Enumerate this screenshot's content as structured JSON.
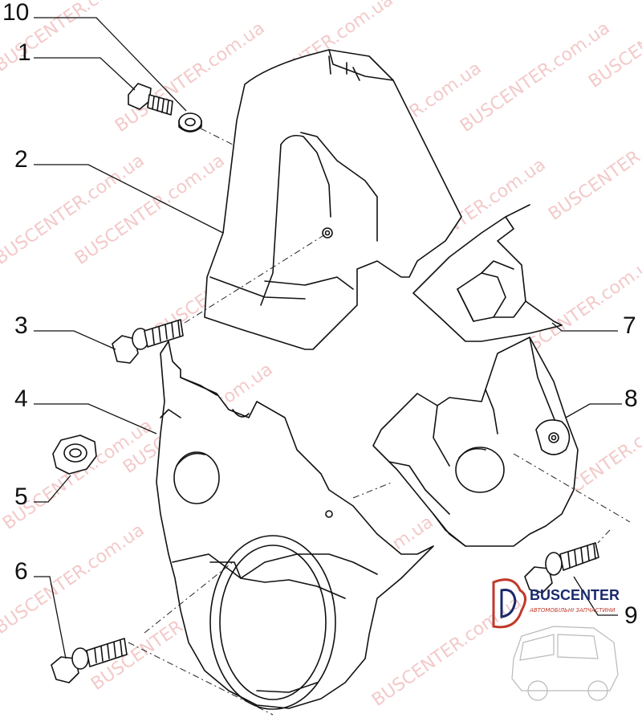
{
  "callouts": [
    "10",
    "1",
    "2",
    "3",
    "4",
    "5",
    "6",
    "7",
    "8",
    "9"
  ],
  "watermark": "BUSCENTER.com.ua",
  "logo": {
    "name": "BUSCENTER",
    "tagline": "АВТОМОБІЛЬНІ ЗАПЧАСТИНИ"
  }
}
